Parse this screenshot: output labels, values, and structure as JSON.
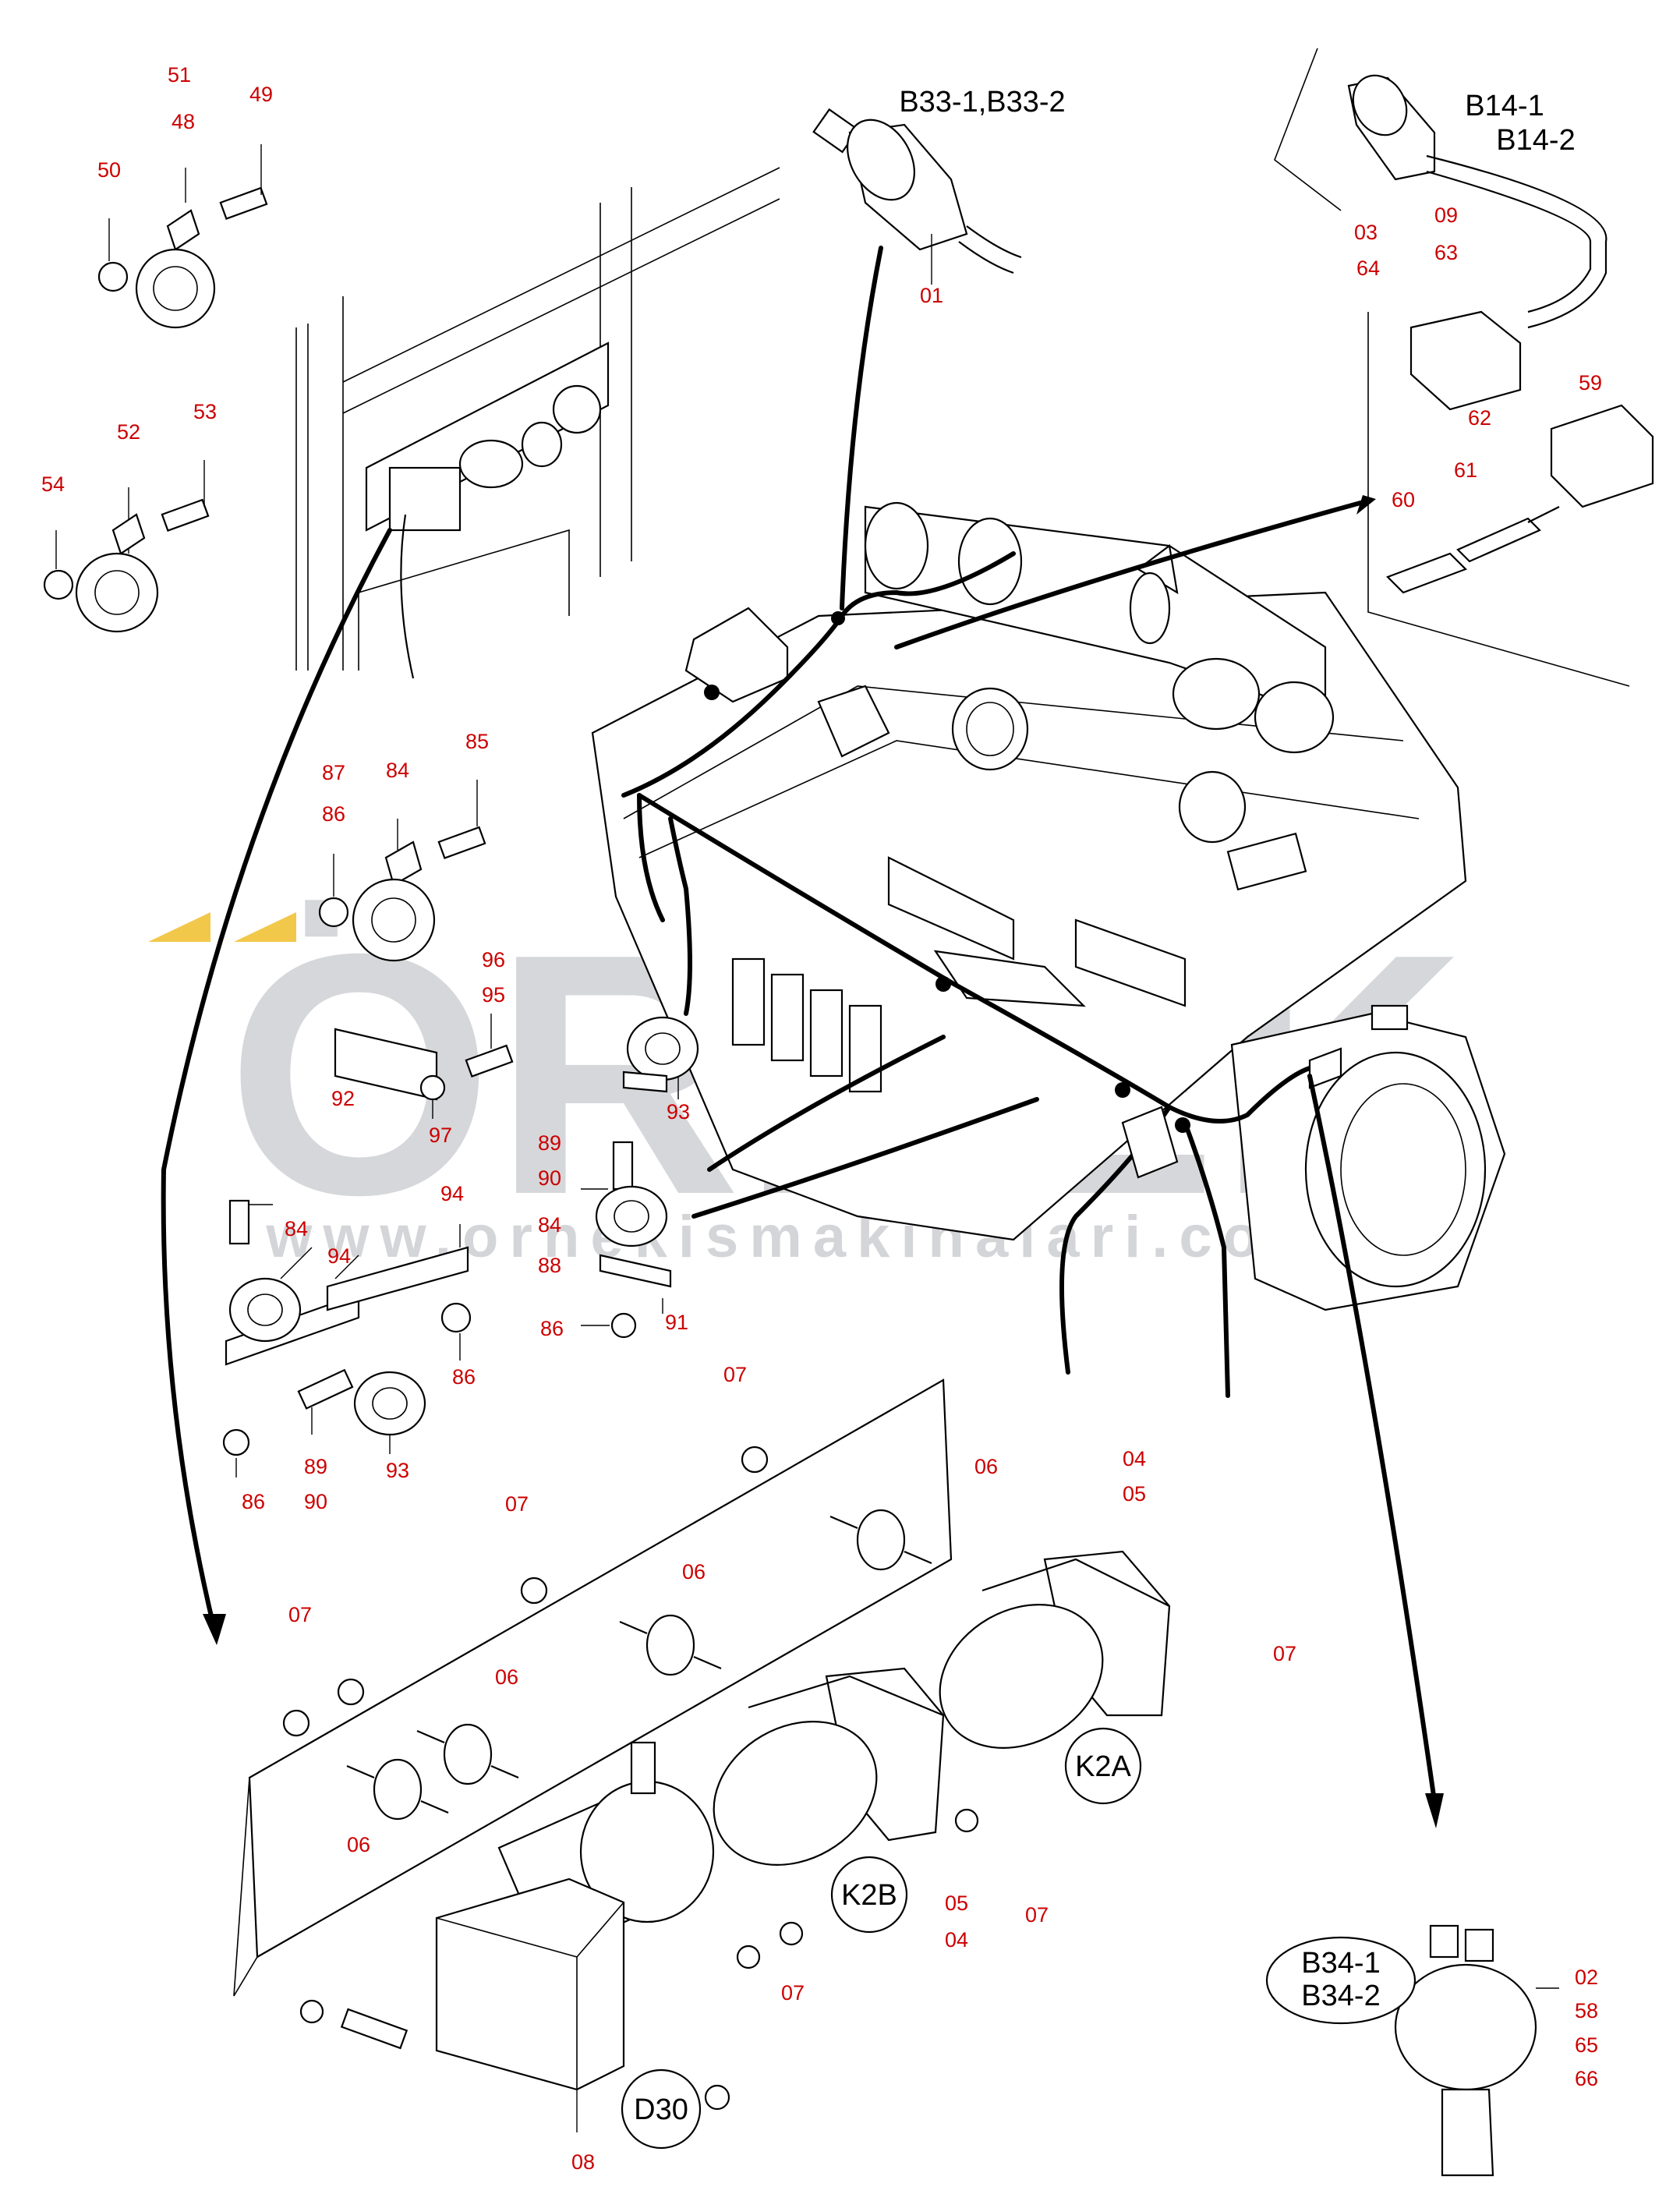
{
  "colors": {
    "callout": "#cc0000",
    "line": "#000000",
    "watermark_gray": "#d2d3d6",
    "watermark_accent": "#f2c84b"
  },
  "watermark": {
    "logo": "ÖRNEK",
    "url": "www.ornekismakinalari.com.tr"
  },
  "components": {
    "b33": "B33-1,B33-2",
    "b14_1": "B14-1",
    "b14_2": "B14-2",
    "b34_1": "B34-1",
    "b34_2": "B34-2",
    "k2a": "K2A",
    "k2b": "K2B",
    "d30": "D30"
  },
  "callouts": [
    {
      "id": "c51",
      "text": "51"
    },
    {
      "id": "c48",
      "text": "48"
    },
    {
      "id": "c49",
      "text": "49"
    },
    {
      "id": "c50",
      "text": "50"
    },
    {
      "id": "c53",
      "text": "53"
    },
    {
      "id": "c52",
      "text": "52"
    },
    {
      "id": "c54",
      "text": "54"
    },
    {
      "id": "c01",
      "text": "01"
    },
    {
      "id": "c03",
      "text": "03"
    },
    {
      "id": "c64",
      "text": "64"
    },
    {
      "id": "c09",
      "text": "09"
    },
    {
      "id": "c63",
      "text": "63"
    },
    {
      "id": "c62",
      "text": "62"
    },
    {
      "id": "c59",
      "text": "59"
    },
    {
      "id": "c60",
      "text": "60"
    },
    {
      "id": "c61",
      "text": "61"
    },
    {
      "id": "c87",
      "text": "87"
    },
    {
      "id": "c84a",
      "text": "84"
    },
    {
      "id": "c85",
      "text": "85"
    },
    {
      "id": "c86a",
      "text": "86"
    },
    {
      "id": "c96",
      "text": "96"
    },
    {
      "id": "c95",
      "text": "95"
    },
    {
      "id": "c92",
      "text": "92"
    },
    {
      "id": "c97",
      "text": "97"
    },
    {
      "id": "c93a",
      "text": "93"
    },
    {
      "id": "c89a",
      "text": "89"
    },
    {
      "id": "c90a",
      "text": "90"
    },
    {
      "id": "c94a",
      "text": "94"
    },
    {
      "id": "c84b",
      "text": "84"
    },
    {
      "id": "c94b",
      "text": "94"
    },
    {
      "id": "c84c",
      "text": "84"
    },
    {
      "id": "c88",
      "text": "88"
    },
    {
      "id": "c86b",
      "text": "86"
    },
    {
      "id": "c91",
      "text": "91"
    },
    {
      "id": "c86c",
      "text": "86"
    },
    {
      "id": "c89b",
      "text": "89"
    },
    {
      "id": "c90b",
      "text": "90"
    },
    {
      "id": "c93b",
      "text": "93"
    },
    {
      "id": "c86d",
      "text": "86"
    },
    {
      "id": "c07a",
      "text": "07"
    },
    {
      "id": "c06a",
      "text": "06"
    },
    {
      "id": "c04a",
      "text": "04"
    },
    {
      "id": "c05a",
      "text": "05"
    },
    {
      "id": "c07b",
      "text": "07"
    },
    {
      "id": "c06b",
      "text": "06"
    },
    {
      "id": "c07c",
      "text": "07"
    },
    {
      "id": "c06c",
      "text": "06"
    },
    {
      "id": "c07d",
      "text": "07"
    },
    {
      "id": "c06d",
      "text": "06"
    },
    {
      "id": "c05b",
      "text": "05"
    },
    {
      "id": "c04b",
      "text": "04"
    },
    {
      "id": "c07e",
      "text": "07"
    },
    {
      "id": "c07f",
      "text": "07"
    },
    {
      "id": "c08",
      "text": "08"
    },
    {
      "id": "c02",
      "text": "02"
    },
    {
      "id": "c58",
      "text": "58"
    },
    {
      "id": "c65",
      "text": "65"
    },
    {
      "id": "c66",
      "text": "66"
    }
  ]
}
